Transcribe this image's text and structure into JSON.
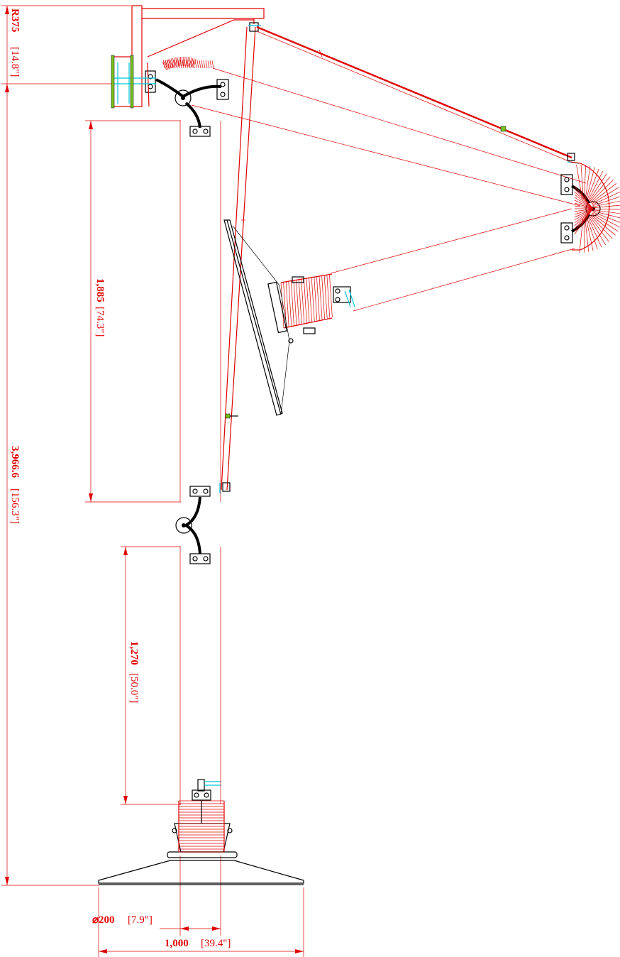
{
  "dimensions": {
    "radius": {
      "value": "R375",
      "inch": "[14.8\"]"
    },
    "overall_height": {
      "value": "3,966.6",
      "inch": "[156.3\"]"
    },
    "upper_arm": {
      "value": "1,885",
      "inch": "[74.3\"]"
    },
    "lower_arm": {
      "value": "1,270",
      "inch": "[50.0\"]"
    },
    "diameter": {
      "value": "⌀200",
      "inch": "[7.9\"]"
    },
    "base_width": {
      "value": "1,000",
      "inch": "[39.4\"]"
    }
  }
}
